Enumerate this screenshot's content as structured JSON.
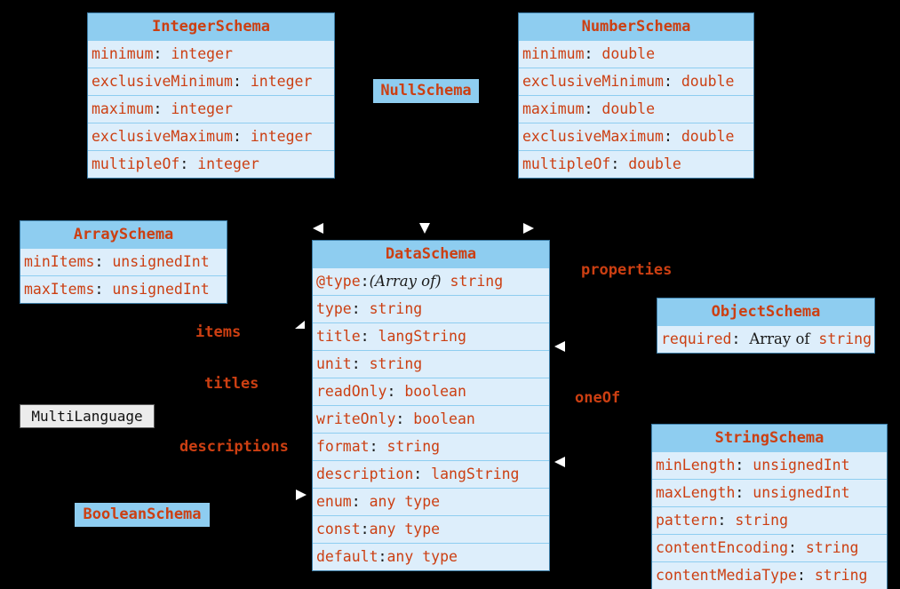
{
  "diagram": {
    "title": "WoT Thing Description DataSchema class diagram",
    "colors": {
      "background": "#000000",
      "header_fill": "#8ecdf0",
      "row_fill": "#ddeefb",
      "box_border": "#3d7ea8",
      "text_accent": "#cc3f12",
      "punctuation": "#1a1a1a",
      "arrow_fill": "#ffffff",
      "plain_fill": "#ececec"
    }
  },
  "classes": {
    "integer_schema": {
      "name": "IntegerSchema",
      "rows": [
        {
          "prop": "minimum",
          "sep": ": ",
          "type": "integer"
        },
        {
          "prop": "exclusiveMinimum",
          "sep": ": ",
          "type": "integer"
        },
        {
          "prop": "maximum",
          "sep": ": ",
          "type": "integer"
        },
        {
          "prop": "exclusiveMaximum",
          "sep": ": ",
          "type": "integer"
        },
        {
          "prop": "multipleOf",
          "sep": ": ",
          "type": "integer"
        }
      ]
    },
    "number_schema": {
      "name": "NumberSchema",
      "rows": [
        {
          "prop": "minimum",
          "sep": ": ",
          "type": "double"
        },
        {
          "prop": "exclusiveMinimum",
          "sep": ": ",
          "type": "double"
        },
        {
          "prop": "maximum",
          "sep": ": ",
          "type": "double"
        },
        {
          "prop": "exclusiveMaximum",
          "sep": ": ",
          "type": "double"
        },
        {
          "prop": "multipleOf",
          "sep": ": ",
          "type": "double"
        }
      ]
    },
    "array_schema": {
      "name": "ArraySchema",
      "rows": [
        {
          "prop": "minItems",
          "sep": ": ",
          "type": "unsignedInt"
        },
        {
          "prop": "maxItems",
          "sep": ": ",
          "type": "unsignedInt"
        }
      ]
    },
    "data_schema": {
      "name": "DataSchema",
      "rows": [
        {
          "prop": "@type",
          "sep": ":",
          "annotation": "(Array of)",
          "type": " string"
        },
        {
          "prop": "type",
          "sep": ": ",
          "type": "string"
        },
        {
          "prop": "title",
          "sep": ": ",
          "type": "langString"
        },
        {
          "prop": "unit",
          "sep": ": ",
          "type": "string"
        },
        {
          "prop": "readOnly",
          "sep": ": ",
          "type": "boolean"
        },
        {
          "prop": "writeOnly",
          "sep": ": ",
          "type": "boolean"
        },
        {
          "prop": "format",
          "sep": ": ",
          "type": "string"
        },
        {
          "prop": "description",
          "sep": ": ",
          "type": "langString"
        },
        {
          "prop": "enum",
          "sep": ": ",
          "type": "any type"
        },
        {
          "prop": "const",
          "sep": ":",
          "type": "any type"
        },
        {
          "prop": "default",
          "sep": ":",
          "type": "any type"
        }
      ]
    },
    "object_schema": {
      "name": "ObjectSchema",
      "rows": [
        {
          "prop": "required",
          "sep": ": ",
          "annotation_plain": "Array of",
          "type": " string"
        }
      ]
    },
    "string_schema": {
      "name": "StringSchema",
      "rows": [
        {
          "prop": "minLength",
          "sep": ": ",
          "type": "unsignedInt"
        },
        {
          "prop": "maxLength",
          "sep": ": ",
          "type": "unsignedInt"
        },
        {
          "prop": "pattern",
          "sep": ": ",
          "type": "string"
        },
        {
          "prop": "contentEncoding",
          "sep": ": ",
          "type": "string"
        },
        {
          "prop": "contentMediaType",
          "sep": ": ",
          "type": "string"
        }
      ]
    }
  },
  "simple_boxes": {
    "null_schema": "NullSchema",
    "boolean_schema": "BooleanSchema",
    "multi_language": "MultiLanguage"
  },
  "edge_labels": {
    "properties": "properties",
    "items": "items",
    "titles": "titles",
    "descriptions": "descriptions",
    "one_of": "oneOf"
  }
}
